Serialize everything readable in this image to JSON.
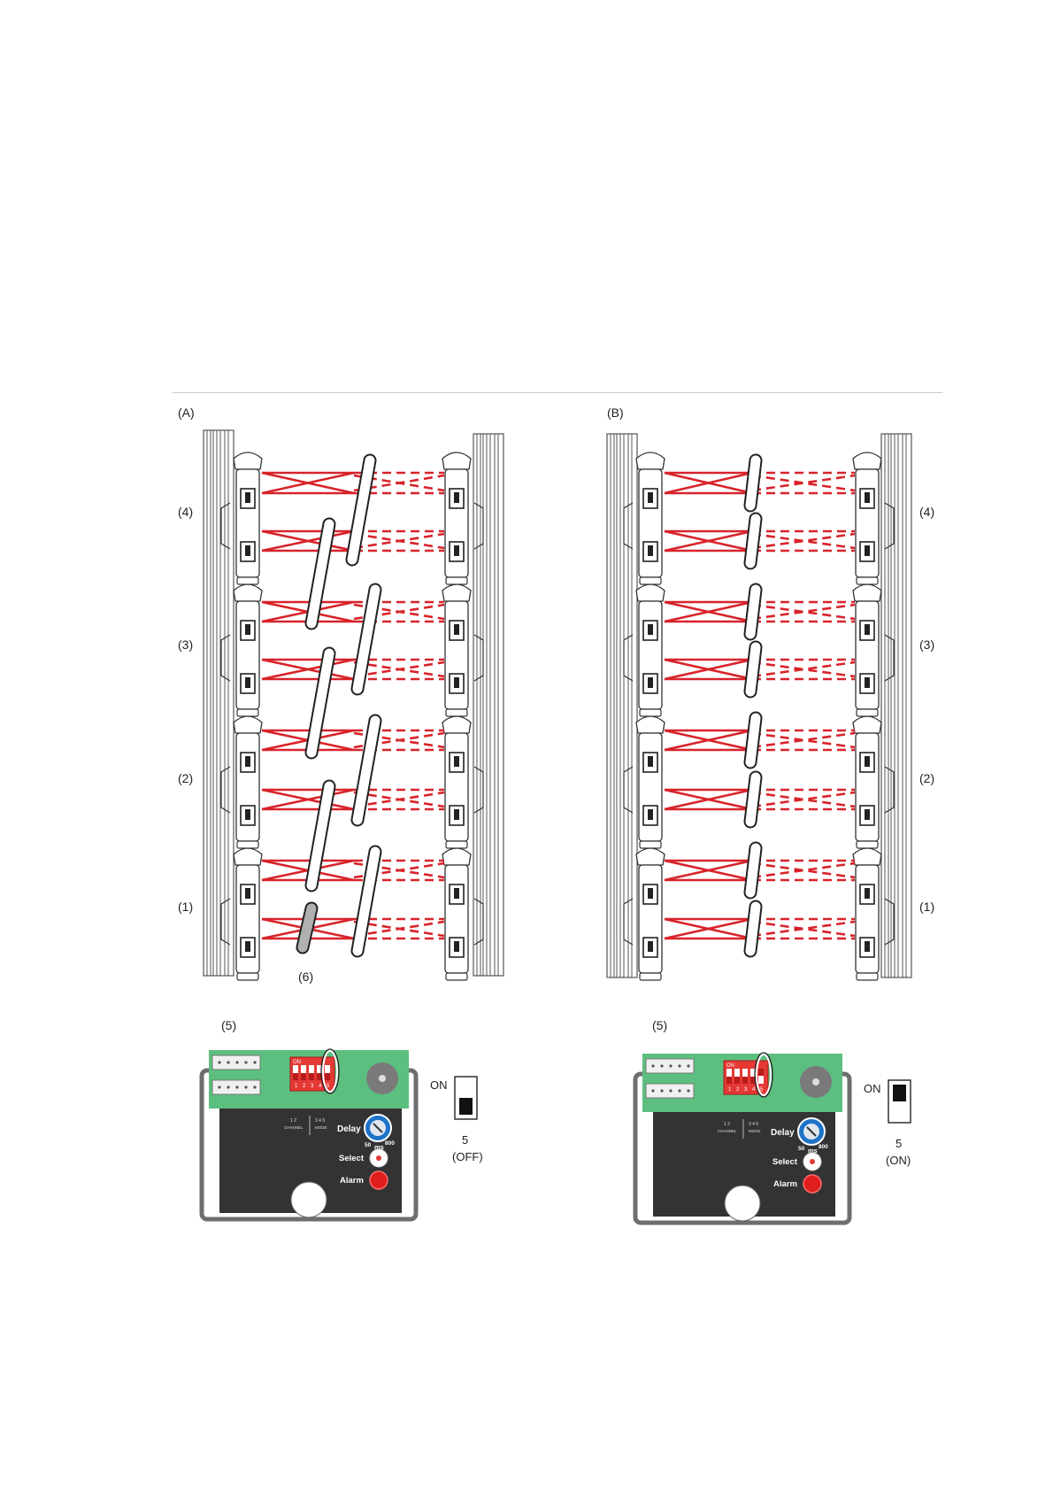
{
  "labels": {
    "panel_a": "(A)",
    "panel_b": "(B)",
    "tower_1": "(1)",
    "tower_2": "(2)",
    "tower_3": "(3)",
    "tower_4": "(4)",
    "callout_5": "(5)",
    "callout_6": "(6)"
  },
  "boards": [
    {
      "dip_on_label": "ON",
      "dip_switch_numbers": [
        "1",
        "2",
        "3",
        "4",
        "5"
      ],
      "channel_label": "CHANNEL",
      "mode_label": "MODE",
      "channel_nums": "1 2",
      "mode_nums": "3 4 5",
      "delay_label": "Delay",
      "delay_min": "50",
      "delay_unit": "ms",
      "delay_max": "800",
      "select_label": "Select",
      "alarm_label": "Alarm",
      "switch_on_label": "ON",
      "switch_number": "5",
      "switch_state": "(OFF)"
    },
    {
      "dip_on_label": "ON",
      "dip_switch_numbers": [
        "1",
        "2",
        "3",
        "4",
        "5"
      ],
      "channel_label": "CHANNEL",
      "mode_label": "MODE",
      "channel_nums": "1 2",
      "mode_nums": "3 4 5",
      "delay_label": "Delay",
      "delay_min": "50",
      "delay_unit": "ms",
      "delay_max": "800",
      "select_label": "Select",
      "alarm_label": "Alarm",
      "switch_on_label": "ON",
      "switch_number": "5",
      "switch_state": "(ON)"
    }
  ],
  "colors": {
    "beam": "#d8232a",
    "board": "#5cbf7f",
    "dip": "#e53935",
    "panel": "#333333",
    "housing": "#6e6e6e",
    "tube_fill": "#ffffff",
    "blocked_tube": "#b0b0b0"
  }
}
